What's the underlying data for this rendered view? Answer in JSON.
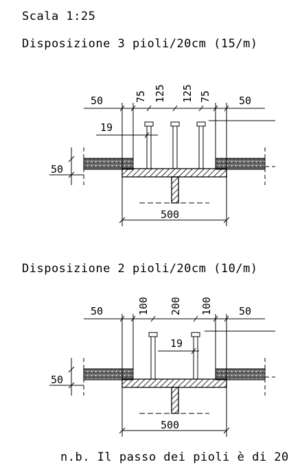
{
  "header": {
    "scale": "Scala  1:25",
    "layout1_title": "Disposizione  3  pioli/20cm  (15/m)",
    "layout2_title": "Disposizione  2  pioli/20cm  (10/m)"
  },
  "layout1": {
    "dim_left": "50",
    "dim_right": "50",
    "dim_v1": "75",
    "dim_v2": "125",
    "dim_v3": "125",
    "dim_v4": "75",
    "dim_stud": "19",
    "dim_height": "50",
    "dim_width": "500"
  },
  "layout2": {
    "dim_left": "50",
    "dim_right": "50",
    "dim_v1": "100",
    "dim_v2": "200",
    "dim_v3": "100",
    "dim_stud": "19",
    "dim_height": "50",
    "dim_width": "500"
  },
  "note": "n.b.  Il  passo  dei  pioli  è  di  20"
}
